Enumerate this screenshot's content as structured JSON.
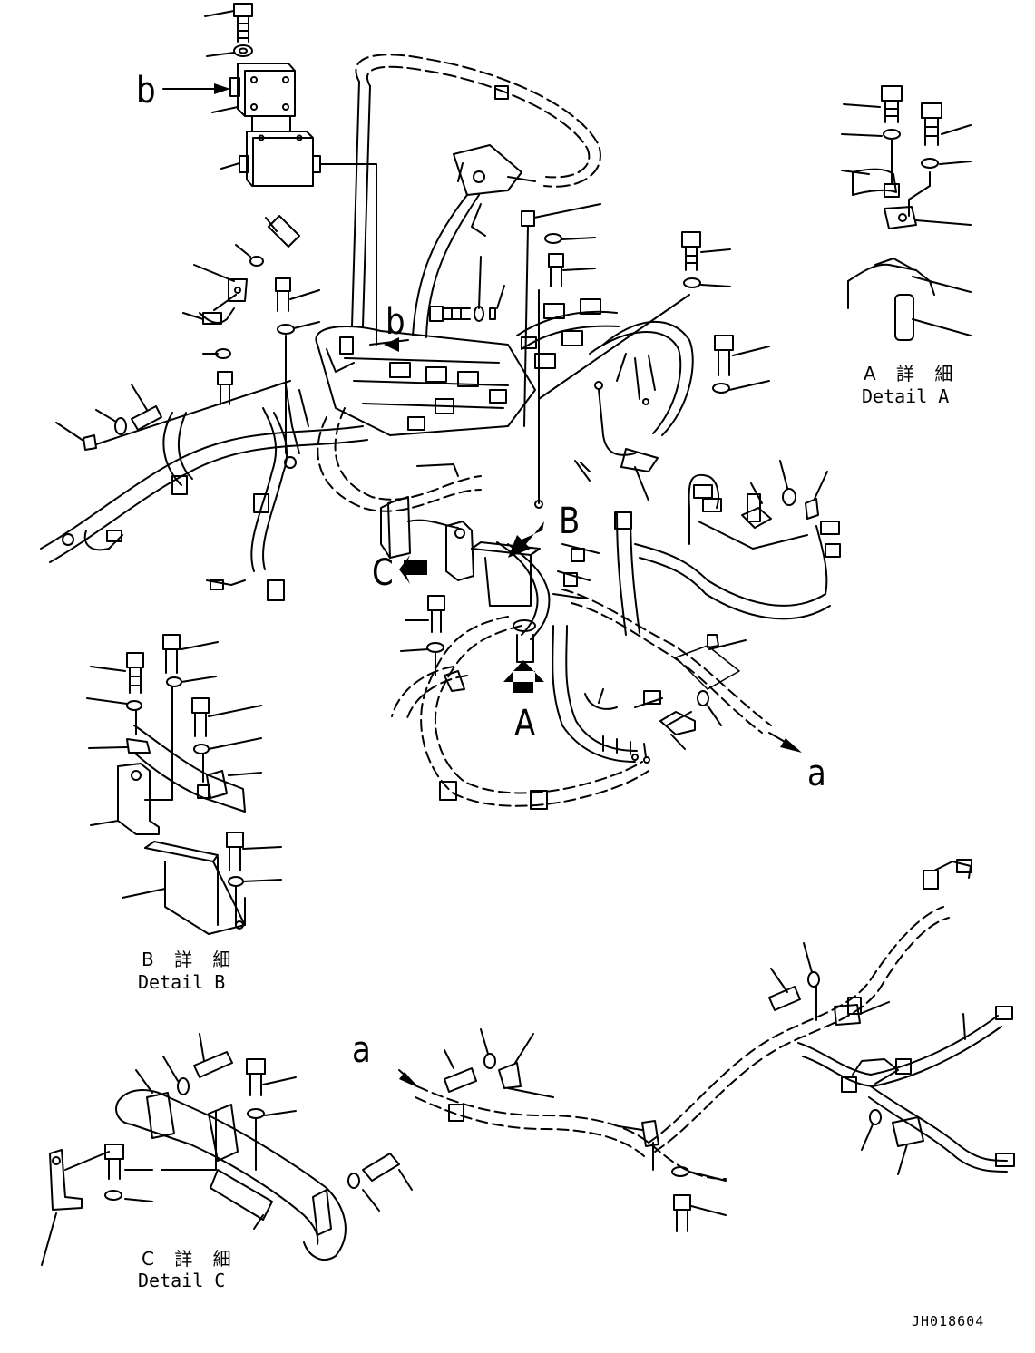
{
  "labels": {
    "A": "A",
    "B": "B",
    "C": "C",
    "a": "a",
    "b": "b"
  },
  "details": {
    "A": {
      "jp": "A 詳 細",
      "en": "Detail A"
    },
    "B": {
      "jp": "B 詳 細",
      "en": "Detail B"
    },
    "C": {
      "jp": "C 詳 細",
      "en": "Detail C"
    }
  },
  "drawing_code": "JH018604",
  "colors": {
    "ink": "#000000",
    "paper": "#ffffff"
  }
}
